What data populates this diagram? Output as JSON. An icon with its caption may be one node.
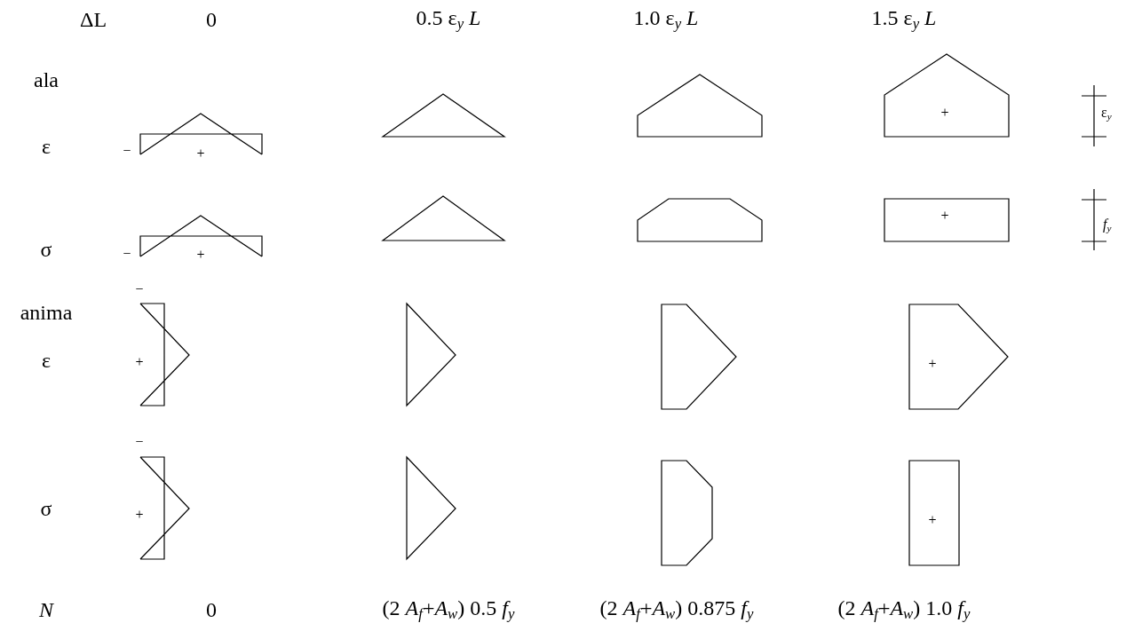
{
  "diagram": {
    "labels": [
      "ΔL",
      "0",
      "0.5 ε$_{y}$ *L*",
      "1.0 ε$_{y}$ *L*",
      "1.5 ε$_{y}$ *L*",
      "ala",
      "+",
      "ε$_{y}$",
      "ε",
      "−",
      "+",
      "+",
      "*f*$_{y}$",
      "σ",
      "−",
      "+",
      "−",
      "anima",
      "ε",
      "+",
      "+",
      "−",
      "σ",
      "+",
      "+",
      "*N*",
      "0",
      "(2 *A*$_{f}$+*A*$_{w}$) 0.5 *f*$_{y}$",
      "(2 *A*$_{f}$+*A*$_{w}$) 0.875 *f*$_{y}$",
      "(2 *A*$_{f}$+*A*$_{w}$) 1.0 *f*$_{y}$"
    ]
  }
}
